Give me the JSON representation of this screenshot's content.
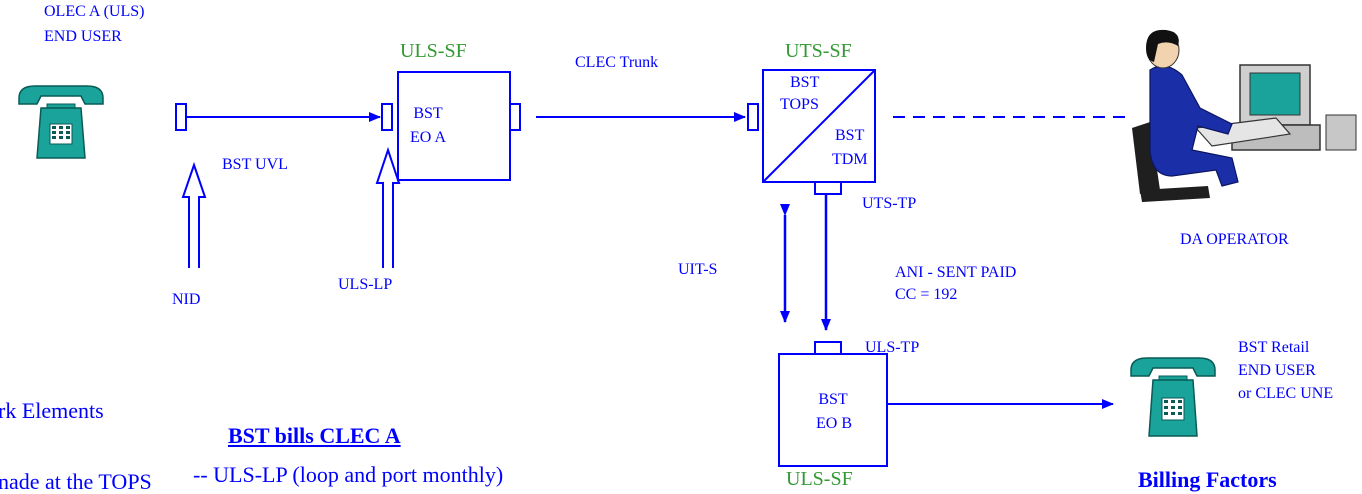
{
  "colors": {
    "line": "#0000ff",
    "green": "#339933",
    "phone_teal": "#1aa39a",
    "operator_blue": "#1a2ea8"
  },
  "end_user_a": {
    "line1": "OLEC A (ULS)",
    "line2": "END USER"
  },
  "uvl_label": "BST UVL",
  "nid_label": "NID",
  "uls_lp_label": "ULS-LP",
  "eo_a": {
    "title": "ULS-SF",
    "line1": "BST",
    "line2": "EO A"
  },
  "trunk_label": "CLEC Trunk",
  "uts": {
    "title": "UTS-SF",
    "tops1": "BST",
    "tops2": "TOPS",
    "tdm1": "BST",
    "tdm2": "TDM"
  },
  "uts_tp_label": "UTS-TP",
  "uit_s_label": "UIT-S",
  "ani": {
    "line1": "ANI - SENT PAID",
    "line2": "CC = 192"
  },
  "uls_tp_label": "ULS-TP",
  "eo_b": {
    "title": "ULS-SF",
    "line1": "BST",
    "line2": "EO B"
  },
  "operator_label": "DA OPERATOR",
  "end_user_b": {
    "line1": "BST Retail",
    "line2": "END USER",
    "line3": "or CLEC UNE"
  },
  "network_elements": "rk Elements",
  "tops_text": "nade at the TOPS",
  "bills": {
    "title": "BST bills CLEC A",
    "item1": "-- ULS-LP (loop and port monthly)"
  },
  "billing_factors": "Billing Factors",
  "icons": {
    "phone": "telephone-icon",
    "operator": "operator-person-icon"
  }
}
